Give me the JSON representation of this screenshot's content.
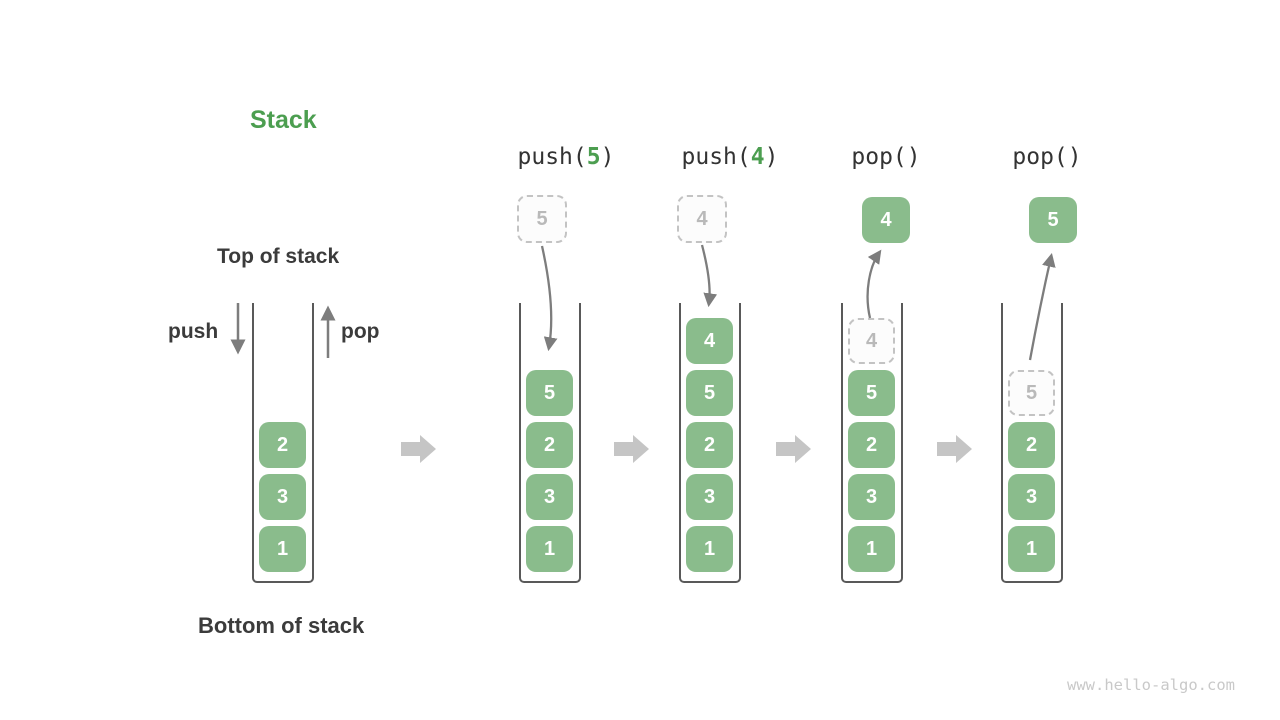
{
  "title": "Stack",
  "labels": {
    "top_of_stack": "Top of stack",
    "bottom_of_stack": "Bottom of stack",
    "push": "push",
    "pop": "pop"
  },
  "watermark": "www.hello-algo.com",
  "colors": {
    "accent_green": "#4c9e50",
    "block_green": "#8abc8c",
    "arrow_gray": "#7d7d7d",
    "transition_arrow_gray": "#c5c5c5",
    "dashed_border_gray": "#c3c3c3",
    "text_dark": "#3b3b3b",
    "watermark_gray": "#c9c9c9"
  },
  "stacks": [
    {
      "blocks": [
        {
          "style": "solid",
          "value": "2"
        },
        {
          "style": "solid",
          "value": "3"
        },
        {
          "style": "solid",
          "value": "1"
        }
      ]
    },
    {
      "op": {
        "pre": "push(",
        "arg": "5",
        "post": ")"
      },
      "floating": {
        "style": "dashed",
        "value": "5"
      },
      "blocks": [
        {
          "style": "solid",
          "value": "5"
        },
        {
          "style": "solid",
          "value": "2"
        },
        {
          "style": "solid",
          "value": "3"
        },
        {
          "style": "solid",
          "value": "1"
        }
      ]
    },
    {
      "op": {
        "pre": "push(",
        "arg": "4",
        "post": ")"
      },
      "floating": {
        "style": "dashed",
        "value": "4"
      },
      "blocks": [
        {
          "style": "solid",
          "value": "4"
        },
        {
          "style": "solid",
          "value": "5"
        },
        {
          "style": "solid",
          "value": "2"
        },
        {
          "style": "solid",
          "value": "3"
        },
        {
          "style": "solid",
          "value": "1"
        }
      ]
    },
    {
      "op": {
        "pre": "pop()",
        "arg": "",
        "post": ""
      },
      "floating": {
        "style": "solid",
        "value": "4"
      },
      "blocks": [
        {
          "style": "dashed",
          "value": "4"
        },
        {
          "style": "solid",
          "value": "5"
        },
        {
          "style": "solid",
          "value": "2"
        },
        {
          "style": "solid",
          "value": "3"
        },
        {
          "style": "solid",
          "value": "1"
        }
      ]
    },
    {
      "op": {
        "pre": "pop()",
        "arg": "",
        "post": ""
      },
      "floating": {
        "style": "solid",
        "value": "5"
      },
      "blocks": [
        {
          "style": "dashed",
          "value": "5"
        },
        {
          "style": "solid",
          "value": "2"
        },
        {
          "style": "solid",
          "value": "3"
        },
        {
          "style": "solid",
          "value": "1"
        }
      ]
    }
  ]
}
